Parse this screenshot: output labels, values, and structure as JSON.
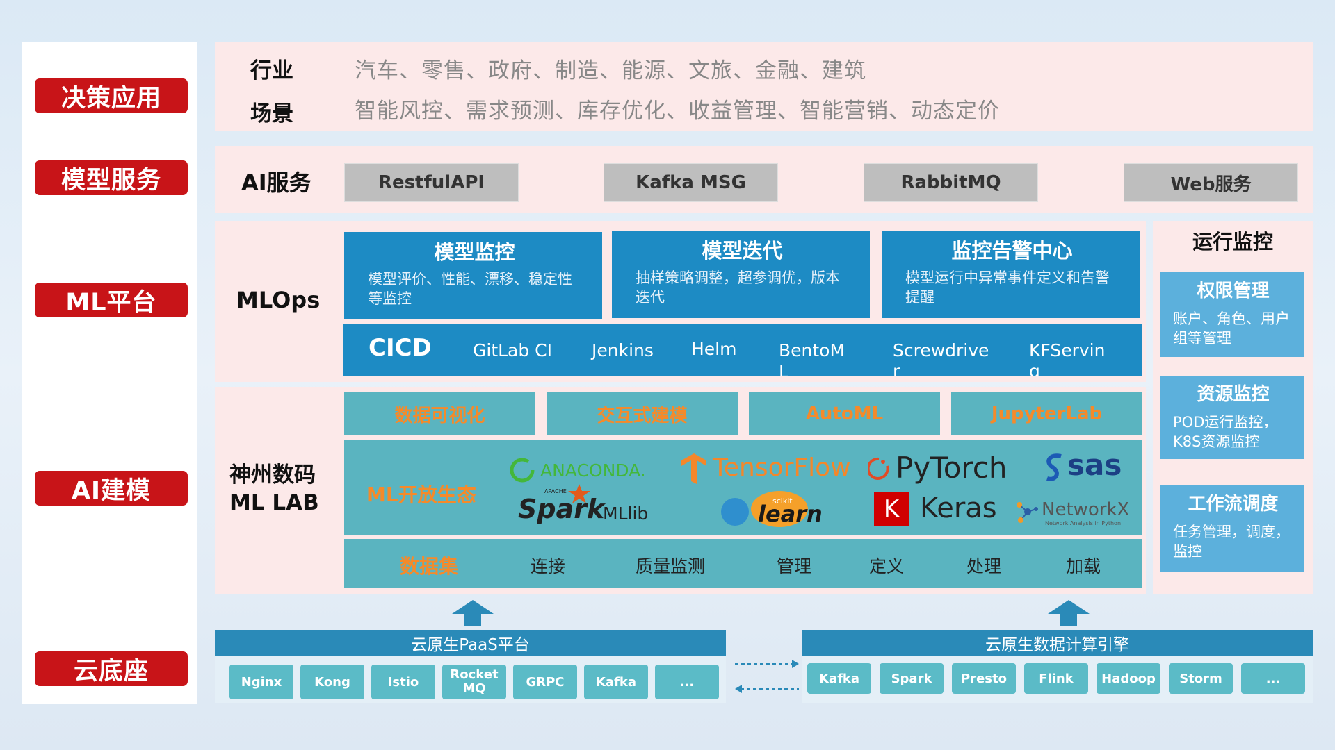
{
  "layers": [
    "决策应用",
    "模型服务",
    "ML平台",
    "AI建模",
    "云底座"
  ],
  "decision": {
    "industry_label": "行业",
    "industry_text": "汽车、零售、政府、制造、能源、文旅、金融、建筑",
    "scene_label": "场景",
    "scene_text": "智能风控、需求预测、库存优化、收益管理、智能营销、动态定价"
  },
  "service": {
    "label": "AI服务",
    "items": [
      "RestfulAPI",
      "Kafka MSG",
      "RabbitMQ",
      "Web服务"
    ]
  },
  "mlops": {
    "label": "MLOps",
    "cards": [
      {
        "title": "模型监控",
        "desc": "模型评价、性能、漂移、稳定性等监控"
      },
      {
        "title": "模型迭代",
        "desc": "抽样策略调整，超参调优，版本迭代"
      },
      {
        "title": "监控告警中心",
        "desc": "模型运行中异常事件定义和告警提醒"
      }
    ],
    "cicd_label": "CICD",
    "cicd_items": [
      "GitLab CI",
      "Jenkins",
      "Helm",
      "BentoML",
      "Screwdriver",
      "KFServing"
    ]
  },
  "monitor": {
    "title": "运行监控",
    "cards": [
      {
        "title": "权限管理",
        "desc": "账户、角色、用户组等管理"
      },
      {
        "title": "资源监控",
        "desc": "POD运行监控，K8S资源监控"
      },
      {
        "title": "工作流调度",
        "desc": "任务管理，调度，监控"
      }
    ]
  },
  "mllab": {
    "label_line1": "神州数码",
    "label_line2": "ML LAB",
    "tools": [
      "数据可视化",
      "交互式建模",
      "AutoML",
      "JupyterLab"
    ],
    "eco_label": "ML开放生态",
    "logos": {
      "anaconda": "ANACONDA.",
      "tensorflow": "TensorFlow",
      "pytorch": "PyTorch",
      "sas": "sas",
      "spark": "Spark",
      "spark_apache": "APACHE",
      "mllib": "MLlib",
      "sklearn_small": "scikit",
      "sklearn": "learn",
      "keras_k": "K",
      "keras": "Keras",
      "networkx": "NetworkX",
      "networkx_sub": "Network Analysis in Python"
    },
    "dataset_label": "数据集",
    "dataset_items": [
      "连接",
      "质量监测",
      "管理",
      "定义",
      "处理",
      "加载"
    ]
  },
  "cloud": {
    "paas_title": "云原生PaaS平台",
    "paas_items": [
      "Nginx",
      "Kong",
      "Istio",
      "RocketMQ",
      "GRPC",
      "Kafka",
      "..."
    ],
    "engine_title": "云原生数据计算引擎",
    "engine_items": [
      "Kafka",
      "Spark",
      "Presto",
      "Flink",
      "Hadoop",
      "Storm",
      "..."
    ]
  },
  "colors": {
    "red": "#c81418",
    "blue": "#1d8bc4",
    "teal": "#5ab4c0",
    "orange": "#f58a2a",
    "pink": "#fce9e9"
  }
}
